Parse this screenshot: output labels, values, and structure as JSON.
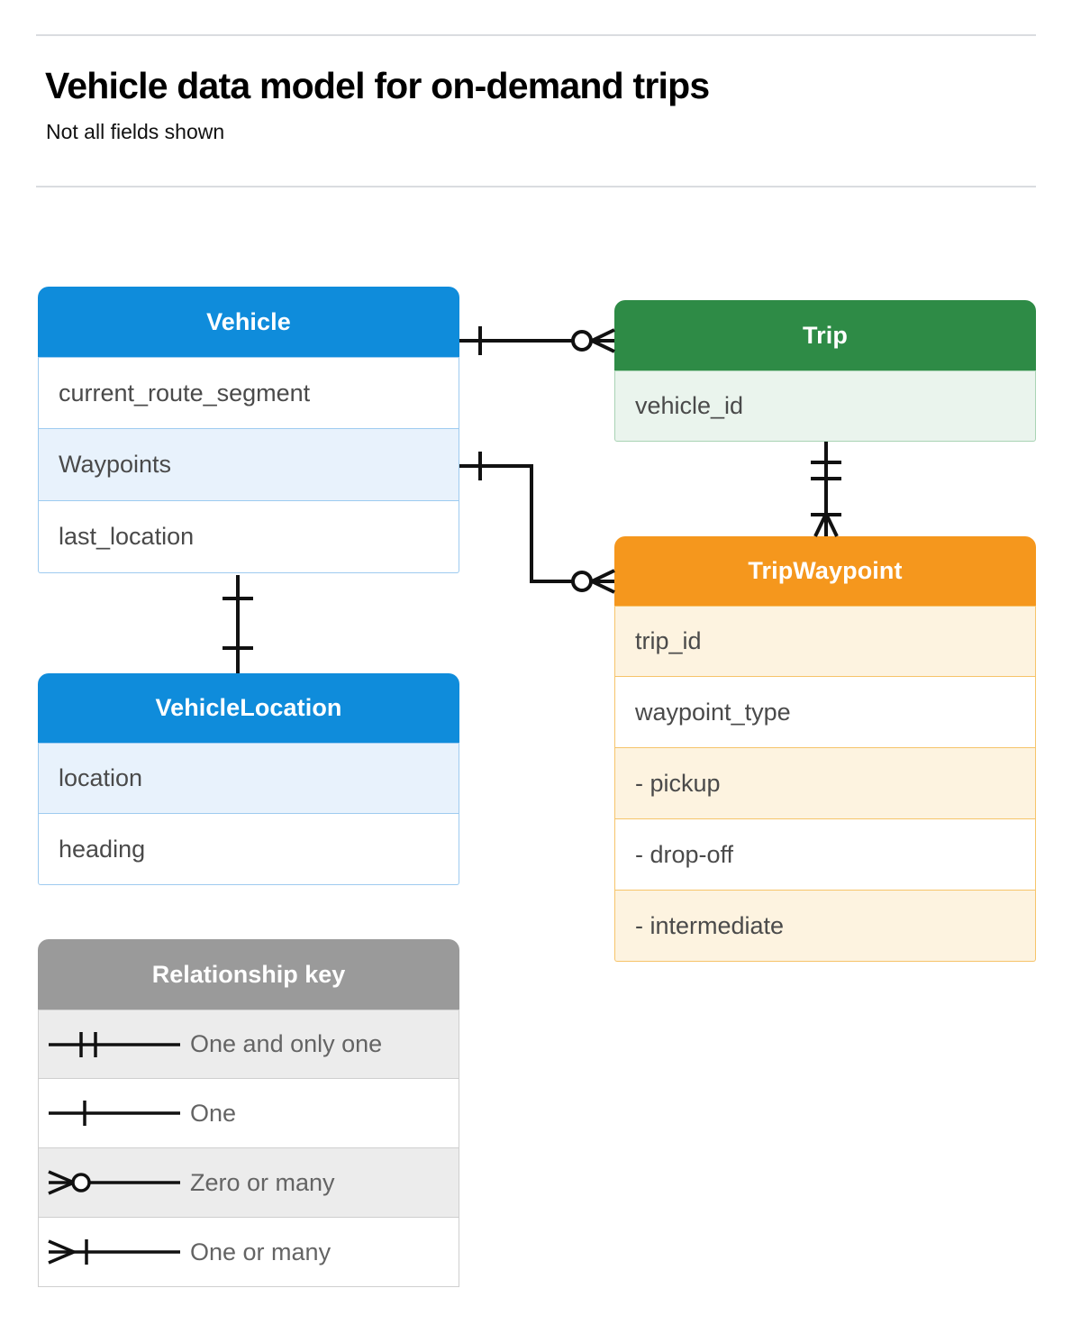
{
  "header": {
    "title": "Vehicle data model for on-demand trips",
    "subtitle": "Not all fields shown"
  },
  "entities": [
    {
      "id": "vehicle",
      "name": "Vehicle",
      "color": "#0F8CDB",
      "fields": [
        {
          "label": "current_route_segment"
        },
        {
          "label": "Waypoints"
        },
        {
          "label": "last_location"
        }
      ]
    },
    {
      "id": "trip",
      "name": "Trip",
      "color": "#2E8B46",
      "fields": [
        {
          "label": "vehicle_id"
        }
      ]
    },
    {
      "id": "tripwaypoint",
      "name": "TripWaypoint",
      "color": "#F5971D",
      "fields": [
        {
          "label": "trip_id"
        },
        {
          "label": "waypoint_type"
        },
        {
          "label": "-  pickup"
        },
        {
          "label": "-  drop-off"
        },
        {
          "label": "-  intermediate"
        }
      ]
    },
    {
      "id": "vehiclelocation",
      "name": "VehicleLocation",
      "color": "#0F8CDB",
      "fields": [
        {
          "label": "location"
        },
        {
          "label": "heading"
        }
      ]
    }
  ],
  "legend": {
    "title": "Relationship key",
    "header_color": "#9A9A9A",
    "items": [
      {
        "symbol": "one-and-only-one",
        "label": "One and only one"
      },
      {
        "symbol": "one",
        "label": "One"
      },
      {
        "symbol": "zero-or-many",
        "label": "Zero or many"
      },
      {
        "symbol": "one-or-many",
        "label": "One or many"
      }
    ]
  },
  "relationships": [
    {
      "id": "vehicle-trip",
      "from": "Vehicle",
      "to": "Trip",
      "from_cardinality": "One",
      "to_cardinality": "Zero or many"
    },
    {
      "id": "vehicle-waypoints-tripwaypoint",
      "from": "Vehicle.Waypoints",
      "to": "TripWaypoint",
      "from_cardinality": "One",
      "to_cardinality": "Zero or many"
    },
    {
      "id": "trip-tripwaypoint",
      "from": "Trip",
      "to": "TripWaypoint",
      "from_cardinality": "One and only one",
      "to_cardinality": "One or many"
    },
    {
      "id": "vehicle-vehiclelocation",
      "from": "Vehicle",
      "to": "VehicleLocation",
      "from_cardinality": "One",
      "to_cardinality": "One"
    }
  ]
}
